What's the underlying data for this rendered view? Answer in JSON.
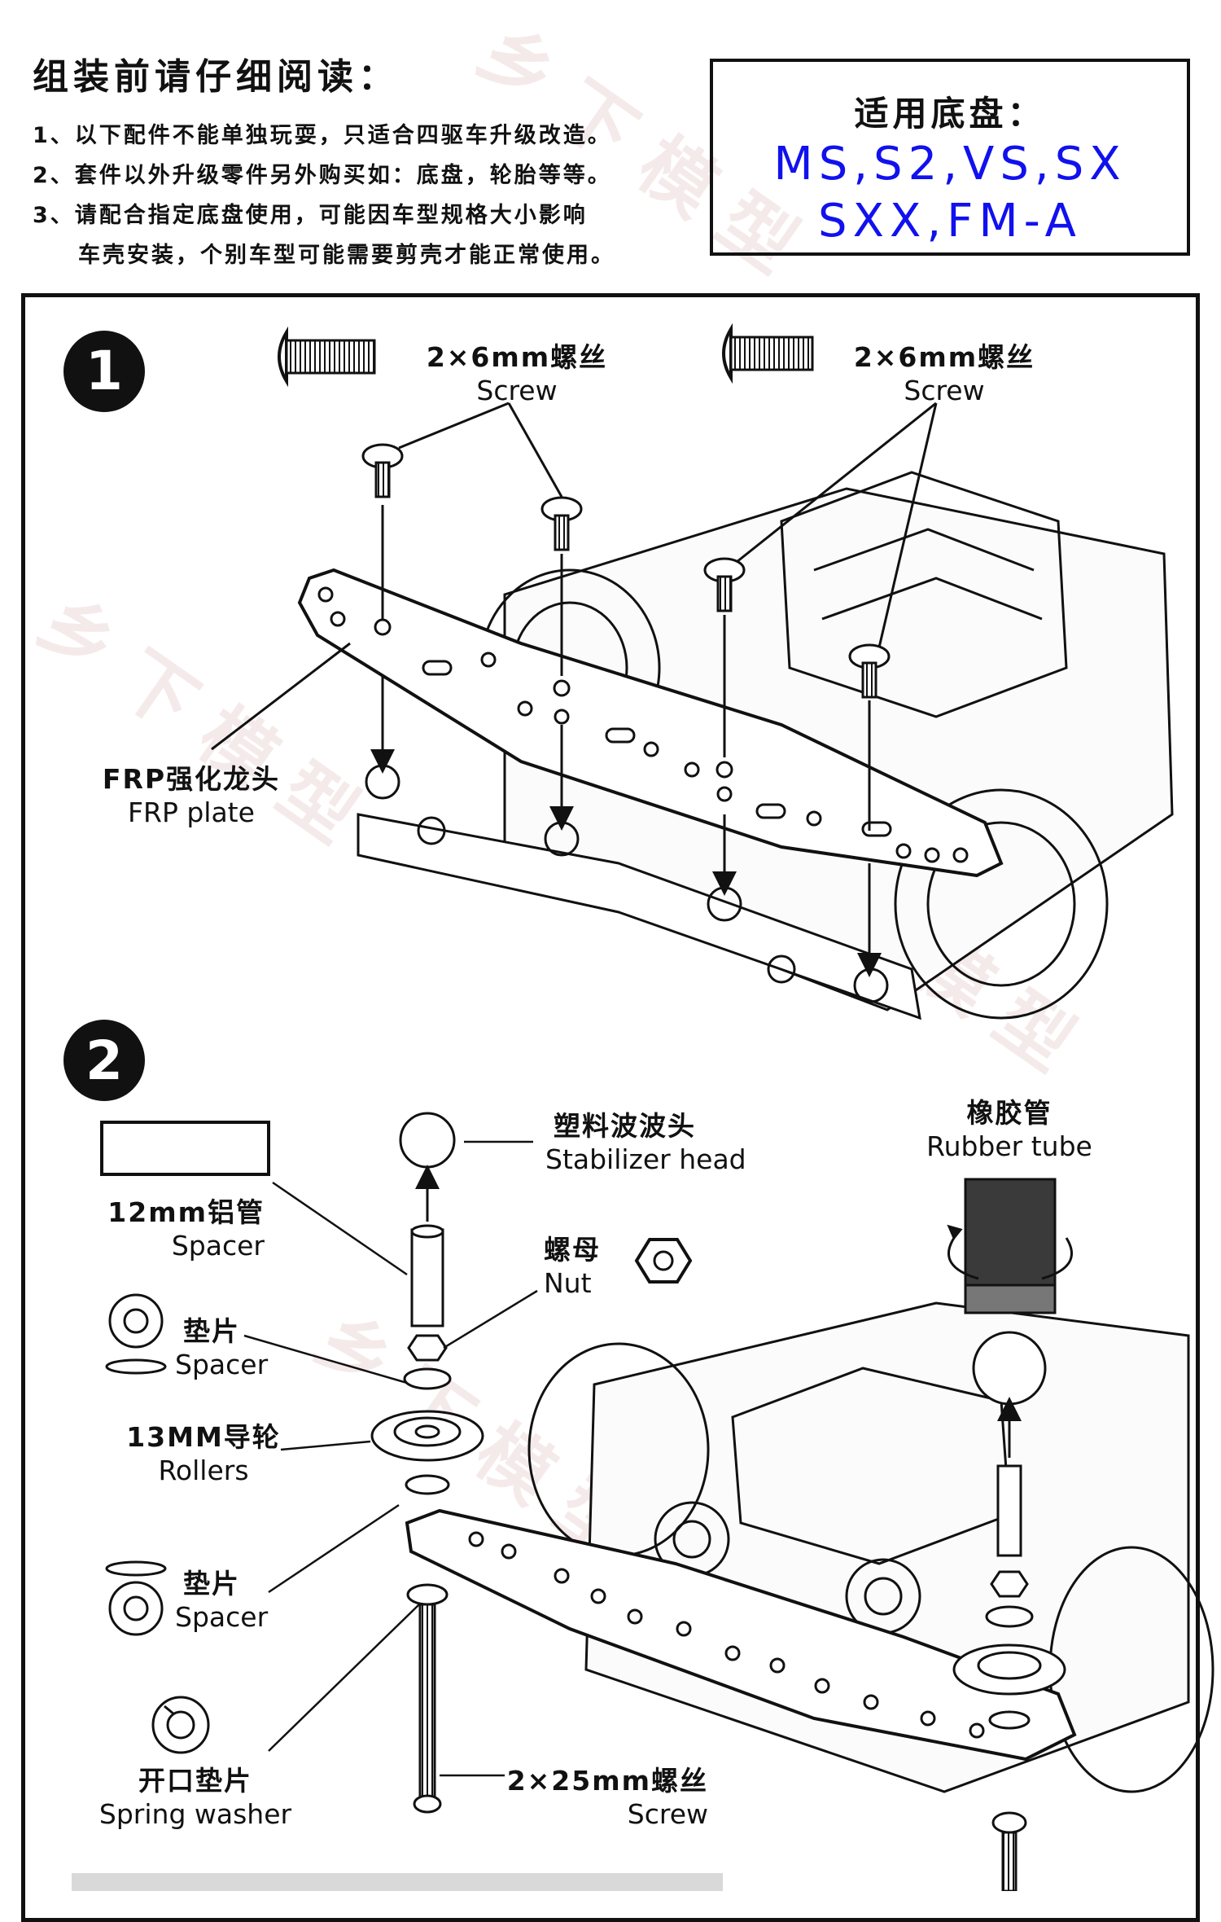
{
  "notice": {
    "title": "组装前请仔细阅读：",
    "lines": [
      "1、以下配件不能单独玩耍，只适合四驱车升级改造。",
      "2、套件以外升级零件另外购买如：底盘，轮胎等等。",
      "3、请配合指定底盘使用，可能因车型规格大小影响",
      "车壳安装，个别车型可能需要剪壳才能正常使用。"
    ]
  },
  "chassis": {
    "title": "适用底盘：",
    "models_line1": "MS,S2,VS,SX",
    "models_line2": "SXX,FM-A",
    "accent_color": "#1111ee"
  },
  "step1": {
    "number": "1",
    "screw_left": {
      "cn": "2×6mm螺丝",
      "en": "Screw"
    },
    "screw_right": {
      "cn": "2×6mm螺丝",
      "en": "Screw"
    },
    "frp": {
      "cn": "FRP强化龙头",
      "en": "FRP plate"
    }
  },
  "step2": {
    "number": "2",
    "stabilizer": {
      "cn": "塑料波波头",
      "en": "Stabilizer head"
    },
    "rubber": {
      "cn": "橡胶管",
      "en": "Rubber tube"
    },
    "spacer12": {
      "cn": "12mm铝管",
      "en": "Spacer"
    },
    "nut": {
      "cn": "螺母",
      "en": "Nut"
    },
    "washer_top": {
      "cn": "垫片",
      "en": "Spacer"
    },
    "rollers": {
      "cn": "13MM导轮",
      "en": "Rollers"
    },
    "washer_bottom": {
      "cn": "垫片",
      "en": "Spacer"
    },
    "spring": {
      "cn": "开口垫片",
      "en": "Spring washer"
    },
    "screw25": {
      "cn": "2×25mm螺丝",
      "en": "Screw"
    }
  },
  "watermark_text": "乡下模型"
}
